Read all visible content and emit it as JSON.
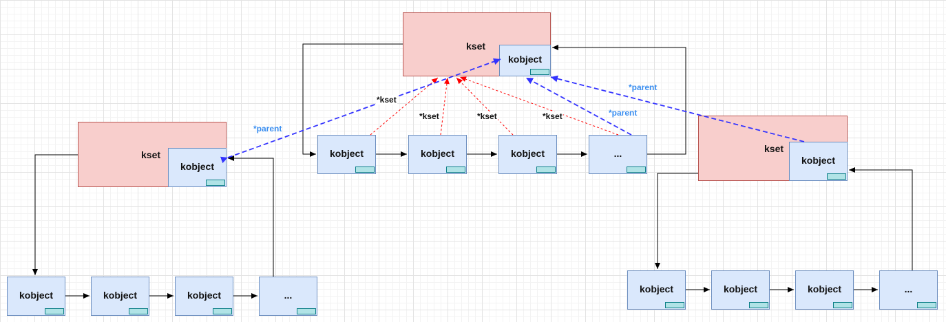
{
  "ksets": [
    {
      "id": "top",
      "label": "kset",
      "kobject_label": "kobject"
    },
    {
      "id": "left",
      "label": "kset",
      "kobject_label": "kobject"
    },
    {
      "id": "right",
      "label": "kset",
      "kobject_label": "kobject"
    }
  ],
  "chains": {
    "top": [
      "kobject",
      "kobject",
      "kobject",
      "..."
    ],
    "left": [
      "kobject",
      "kobject",
      "kobject",
      "..."
    ],
    "right": [
      "kobject",
      "kobject",
      "kobject",
      "..."
    ]
  },
  "edge_labels": {
    "kset_pointer": "*kset",
    "parent_pointer": "*parent"
  },
  "colors": {
    "kset_fill": "#f8cecc",
    "kobject_fill": "#dae8fc",
    "list_arrow": "#000000",
    "kset_pointer": "#ff0000",
    "parent_pointer": "#3333ff",
    "parent_label": "#3a8ef0"
  }
}
